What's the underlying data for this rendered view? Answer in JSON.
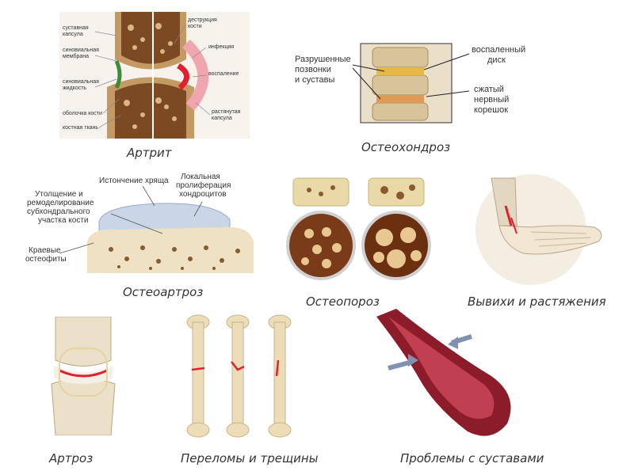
{
  "captions": {
    "arthritis": "Артрит",
    "osteochondrosis": "Остеохондроз",
    "osteoarthrosis": "Остеоартроз",
    "osteoporosis": "Остеопороз",
    "dislocations": "Вывихи и растяжения",
    "arthrosis": "Артроз",
    "fractures": "Переломы и трещины",
    "joint_problems": "Проблемы с суставами"
  },
  "arthritis_labels": {
    "l1a": "суставная",
    "l1b": "капсула",
    "l2a": "синовиальная",
    "l2b": "мембрана",
    "l3a": "синовиальная",
    "l3b": "жидкость",
    "l4": "оболочка кости",
    "l5": "костная ткань",
    "r1a": "деструкция",
    "r1b": "кости",
    "r2": "инфекция",
    "r3": "воспаление",
    "r4a": "растянутая",
    "r4b": "капсула"
  },
  "spine_labels": {
    "left1": "Разрушенные",
    "left2": "позвонки",
    "left3": "и суставы",
    "r1a": "воспаленный",
    "r1b": "диск",
    "r2a": "сжатый",
    "r2b": "нервный",
    "r2c": "корешок"
  },
  "oa_labels": {
    "a1": "Истончение хряща",
    "b1": "Локальная",
    "b2": "пролиферация",
    "b3": "хондроцитов",
    "c1": "Утолщение и",
    "c2": "ремоделирование",
    "c3": "субхондрального",
    "c4": "участка кости",
    "d1": "Краевые",
    "d2": "остеофиты"
  },
  "colors": {
    "bone": "#e8d9b0",
    "marrow": "#8a5a2e",
    "inflammation": "#e0202c",
    "vessel": "#8c1c2a",
    "arrow": "#8090b0"
  }
}
